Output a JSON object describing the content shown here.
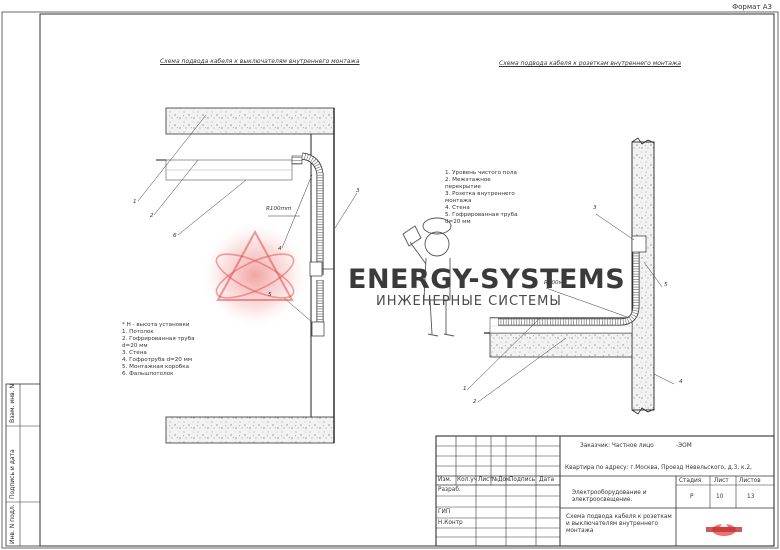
{
  "sheet": {
    "format_label": "Формат А3"
  },
  "left_schema": {
    "title": "Схема подвода кабеля к выключателям внутреннего монтажа",
    "radius_label": "R100mm",
    "callouts": [
      "1",
      "2",
      "3",
      "4",
      "5",
      "6"
    ],
    "legend": [
      "* Н - высота установки",
      "1.      Потолок",
      "2.      Гофрированная       труба",
      "          d=20 мм",
      "3.      Стена",
      "4.      Гофротруба d=20 мм",
      "5.      Монтажная коробка",
      "6.      Фальшпотолок"
    ]
  },
  "right_schema": {
    "title": "Схема подвода кабеля к розеткам внутреннего монтажа",
    "radius_label": "R100мм",
    "callouts": [
      "1",
      "2",
      "3",
      "4",
      "5"
    ],
    "legend": [
      "1.      Уровень чистого пола",
      "2.      Межэтажное",
      "          перекрытие",
      "3.      Розетка     внутреннего",
      "          монтажа",
      "4.      Стена",
      "5.      Гофрированная       труба",
      "          d=20 мм"
    ]
  },
  "watermark": {
    "title": "ENERGY-SYSTEMS",
    "subtitle": "ИНЖЕНЕРНЫЕ СИСТЕМЫ"
  },
  "stamp_columns": [
    "Инв. N подл.",
    "Подпись и дата",
    "Взам. инв. N"
  ],
  "title_block": {
    "customer": "Заказчик: Частное лицо",
    "project_code": "-ЭОМ",
    "address": "Квартира по адресу: г.Москва, Проезд Невельского, д.3, к.2,",
    "header_cells": [
      "Изм.",
      "Кол.уч",
      "Лист",
      "№Док.",
      "Подпись",
      "Дата"
    ],
    "roles": [
      "Разраб.",
      "ГИП",
      "Н.Контр"
    ],
    "section_title": "Электрооборудование и электроосвещение.",
    "sheet_title": "Схема подвода кабеля к розеткам и выключателям внутреннего монтажа",
    "stage_label": "Стадия",
    "sheet_label": "Лист",
    "sheets_label": "Листов",
    "stage_value": "Р",
    "sheet_value": "10",
    "sheets_value": "13"
  }
}
